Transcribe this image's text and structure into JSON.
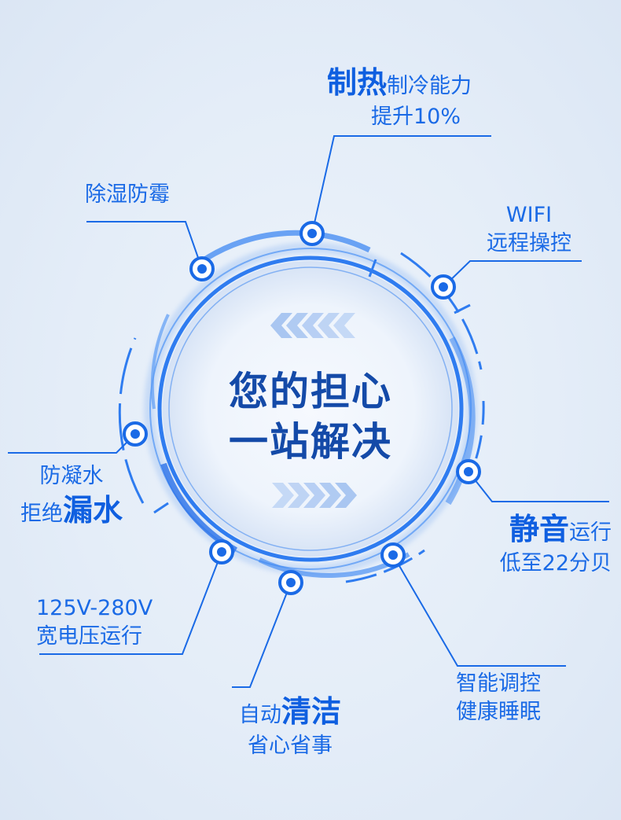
{
  "center": {
    "line1": "您的担心",
    "line2": "一站解决"
  },
  "features": {
    "heating": {
      "highlight": "制热",
      "rest": "制冷能力",
      "line2": "提升10%"
    },
    "dehumidify": {
      "line1": "除湿防霉"
    },
    "wifi": {
      "line1": "WIFI",
      "line2": "远程操控"
    },
    "condensation": {
      "line1": "防凝水",
      "line2_prefix": "拒绝",
      "line2_highlight": "漏水"
    },
    "quiet": {
      "highlight": "静音",
      "rest": "运行",
      "line2": "低至22分贝"
    },
    "voltage": {
      "line1": "125V-280V",
      "line2": "宽电压运行"
    },
    "clean": {
      "prefix": "自动",
      "highlight": "清洁",
      "line2": "省心省事"
    },
    "smart": {
      "line1": "智能调控",
      "line2": "健康睡眠"
    }
  },
  "colors": {
    "accent": "#1a6ae6",
    "accent_dark": "#144aa8",
    "background": "#e6eef8"
  }
}
